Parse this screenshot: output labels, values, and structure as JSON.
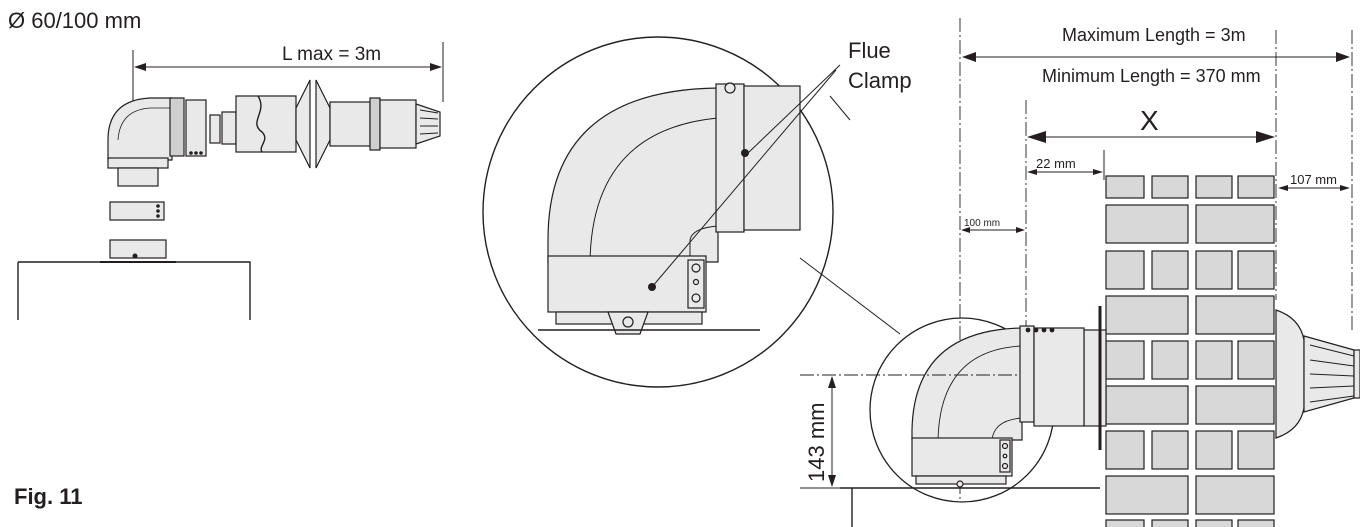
{
  "labels": {
    "diameter": "Ø 60/100 mm",
    "l_max": "L max = 3m",
    "flue_clamp_line1": "Flue",
    "flue_clamp_line2": "Clamp",
    "maximum_length": "Maximum Length = 3m",
    "minimum_length": "Minimum Length = 370 mm",
    "x_label": "X",
    "dim_22": "22 mm",
    "dim_107": "107 mm",
    "dim_100": "100 mm",
    "dim_143": "143 mm",
    "figure": "Fig. 11"
  }
}
